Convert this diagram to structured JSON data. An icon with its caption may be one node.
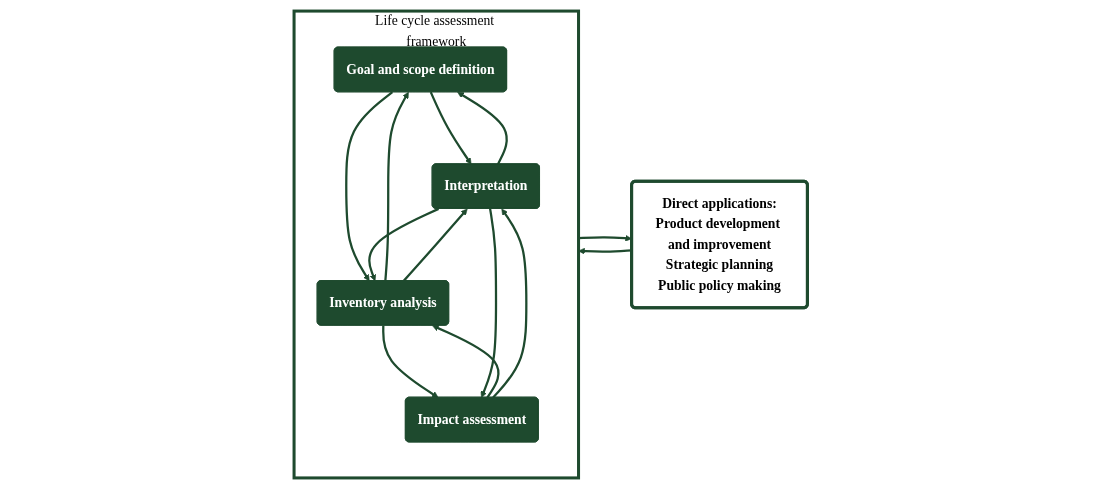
{
  "diagram": {
    "nodes": [
      {
        "text": [
          "Life cycle assessment framework"
        ]
      },
      {
        "text": [
          "Goal and scope definition"
        ],
        "in": 0
      },
      {
        "text": [
          "Inventory analysis"
        ],
        "in": 0
      },
      {
        "text": [
          "Impact assessment"
        ],
        "in": 0
      },
      {
        "text": [
          "Interpretation"
        ],
        "in": 0
      },
      {
        "text": [
          "Direct applications:",
          "Product development and improvement",
          "Strategic planning",
          "Public policy making"
        ]
      }
    ],
    "edges": [
      {
        "from": 1,
        "to": 4,
        "arrow": "to"
      },
      {
        "from": 4,
        "to": 1,
        "arrow": "to"
      },
      {
        "from": 2,
        "to": 1,
        "arrow": "to"
      },
      {
        "from": 1,
        "to": 2,
        "arrow": "to"
      },
      {
        "from": 2,
        "to": 4,
        "arrow": "to"
      },
      {
        "from": 4,
        "to": 2,
        "arrow": "to"
      },
      {
        "from": 3,
        "to": 2,
        "arrow": "to"
      },
      {
        "from": 2,
        "to": 3,
        "arrow": "to"
      },
      {
        "from": 3,
        "to": 4,
        "arrow": "to"
      },
      {
        "from": 4,
        "to": 3,
        "arrow": "to"
      },
      {
        "from": 0,
        "to": 5,
        "arrow": "to"
      },
      {
        "from": 5,
        "to": 0,
        "arrow": "to"
      }
    ]
  }
}
